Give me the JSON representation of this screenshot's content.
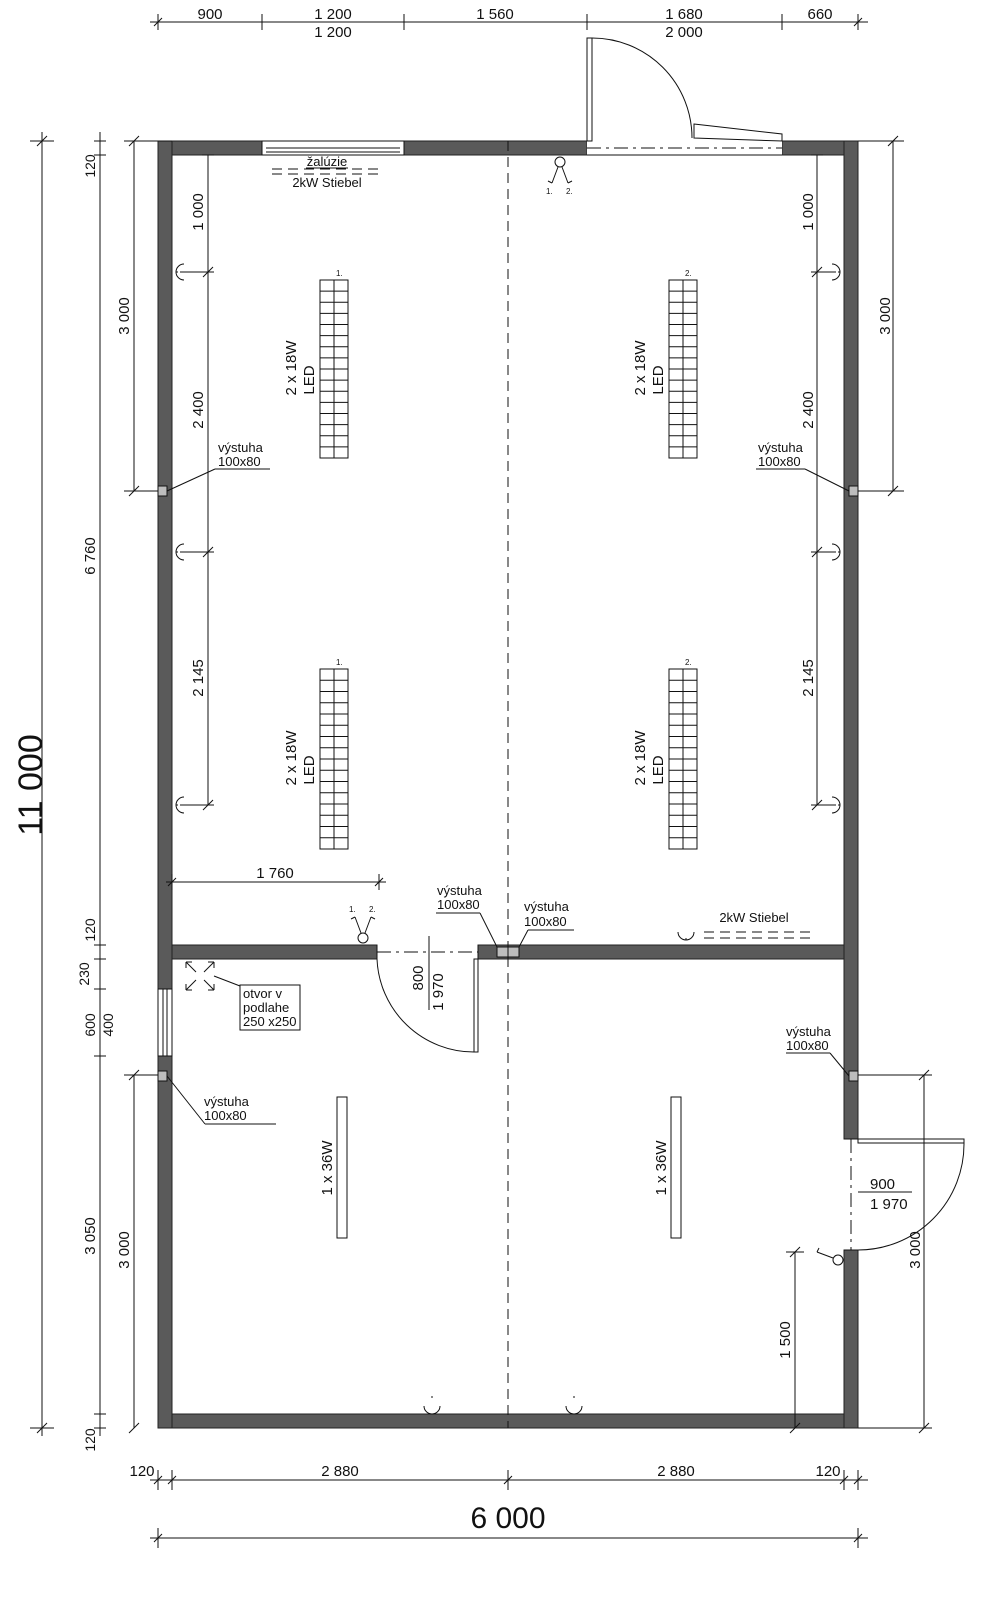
{
  "dims_top_upper": [
    "900",
    "1 200",
    "1 560",
    "1 680",
    "660"
  ],
  "dims_top_lower": [
    "1 200",
    "2 000"
  ],
  "dims_bottom": [
    "120",
    "2 880",
    "2 880",
    "120"
  ],
  "overall_width": "6 000",
  "overall_height": "11 000",
  "left_outer": [
    "120",
    "6 760",
    "120",
    "230",
    "600",
    "400",
    "3 050",
    "120"
  ],
  "left_inner": [
    "3 000",
    "3 000"
  ],
  "right_outer": [
    "3 000",
    "3 000"
  ],
  "inner_v_left": [
    "1 000",
    "2 400",
    "2 145"
  ],
  "inner_v_right": [
    "1 000",
    "2 400",
    "2 145",
    "1 500"
  ],
  "h_dim_room": "1 760",
  "window_labels": {
    "blinds": "žalúzie",
    "heater_top": "2kW Stiebel",
    "heater_mid": "2kW Stiebel"
  },
  "lights_top": {
    "label_line1": "2 x 18W",
    "label_line2": "LED",
    "num_1": "1.",
    "num_2": "2."
  },
  "lights_bottom": {
    "label": "1 x 36W"
  },
  "switch_labels": {
    "a": "1.",
    "b": "2."
  },
  "reinforcement": {
    "line1": "výstuha",
    "line2": "100x80"
  },
  "opening": {
    "line1": "otvor v",
    "line2": "podlahe",
    "line3": "250 x250"
  },
  "door_inner": {
    "width": "800",
    "height": "1 970"
  },
  "door_side": {
    "width": "900",
    "height": "1 970"
  }
}
